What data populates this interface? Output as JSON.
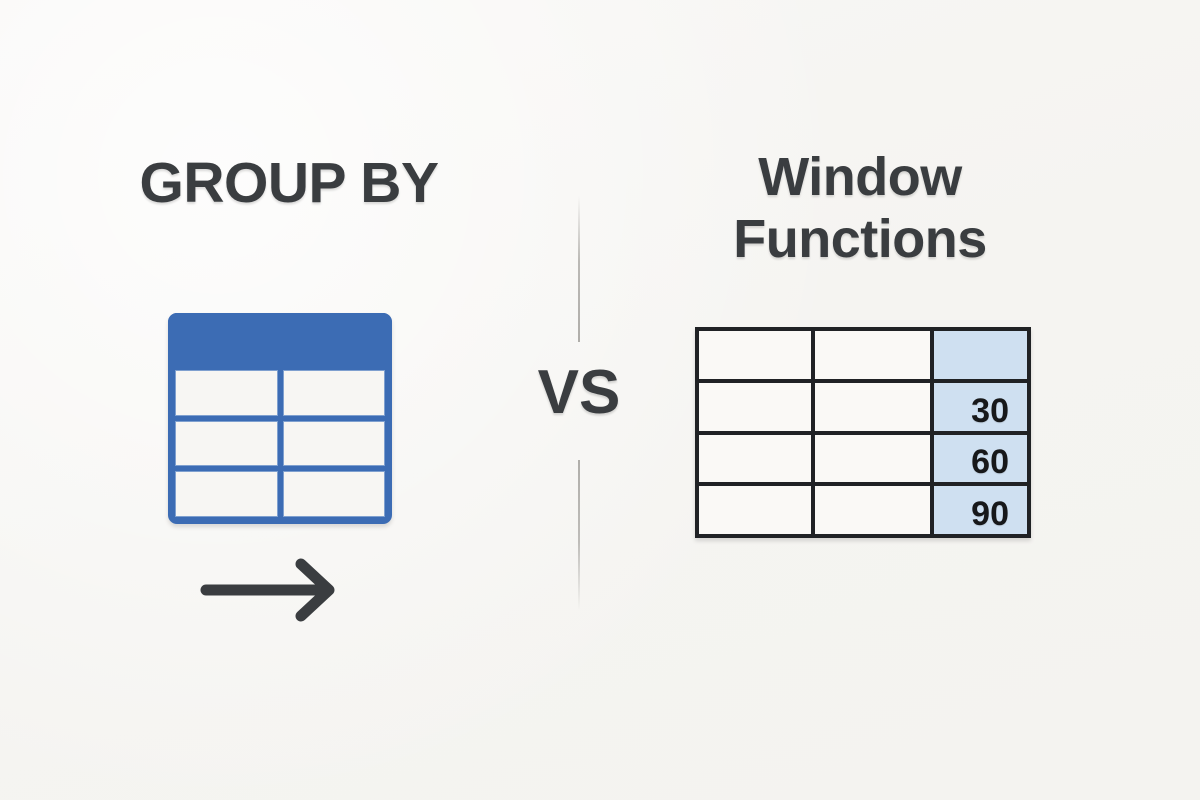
{
  "background_color": "#f6f5f2",
  "accent_blue": "#3c6cb4",
  "highlight_blue": "#cfe0f1",
  "text_dark": "#3a3d40",
  "border_dark": "#202225",
  "left_panel": {
    "title": "GROUP BY",
    "table": {
      "has_header_band": true,
      "header_fill": "#3c6cb4",
      "rows": 3,
      "columns": 2,
      "cells": [
        [
          "",
          ""
        ],
        [
          "",
          ""
        ],
        [
          "",
          ""
        ]
      ]
    },
    "arrow_icon": "arrow-right-icon"
  },
  "comparator": {
    "label": "VS",
    "divider": "vertical-divider"
  },
  "right_panel": {
    "title": "Window\nFunctions",
    "table": {
      "rows": 4,
      "columns": 3,
      "highlight_column_index": 2,
      "cells": [
        [
          "",
          "",
          ""
        ],
        [
          "",
          "",
          "30"
        ],
        [
          "",
          "",
          "60"
        ],
        [
          "",
          "",
          "90"
        ]
      ]
    }
  }
}
